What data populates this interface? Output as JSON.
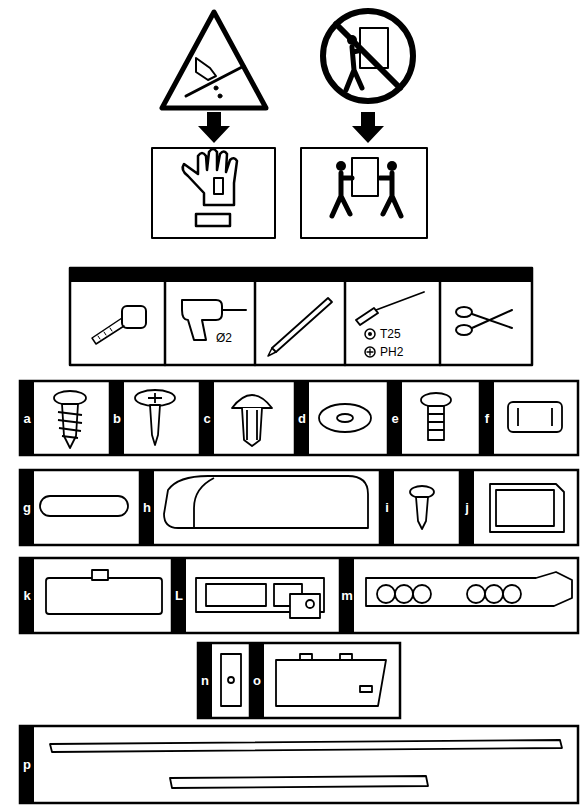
{
  "diagram": {
    "labels": [
      "Ø2",
      "T25",
      "PH2",
      "a",
      "b",
      "c",
      "d",
      "e",
      "f",
      "g",
      "h",
      "i",
      "j",
      "k",
      "L",
      "m",
      "n",
      "o",
      "p"
    ]
  }
}
